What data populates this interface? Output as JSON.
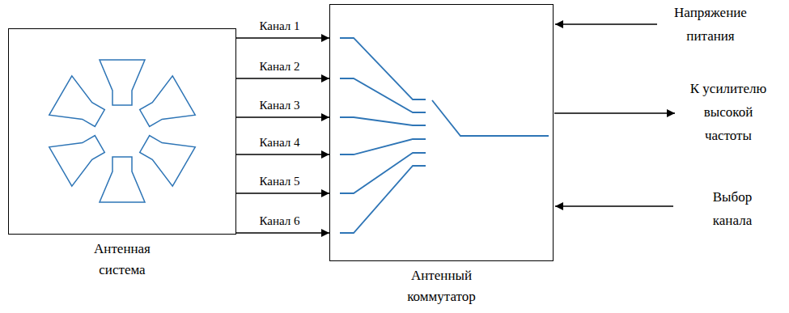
{
  "diagram": {
    "nodes": [
      {
        "text": [
          "Антенная система"
        ]
      },
      {
        "text": [
          "Антенный коммутатор"
        ]
      }
    ],
    "edges": [
      {
        "from": 0,
        "to": 1,
        "arrow": "to",
        "label": "Канал 1"
      },
      {
        "from": 0,
        "to": 1,
        "arrow": "to",
        "label": "Канал 2"
      },
      {
        "from": 0,
        "to": 1,
        "arrow": "to",
        "label": "Канал 3"
      },
      {
        "from": 0,
        "to": 1,
        "arrow": "to",
        "label": "Канал 4"
      },
      {
        "from": 0,
        "to": 1,
        "arrow": "to",
        "label": "Канал 5"
      },
      {
        "from": 0,
        "to": 1,
        "arrow": "to",
        "label": "Канал 6"
      }
    ],
    "labels": [
      "Напряжение питания",
      "К усилителю высокой частоты",
      "Выбор канала"
    ]
  }
}
